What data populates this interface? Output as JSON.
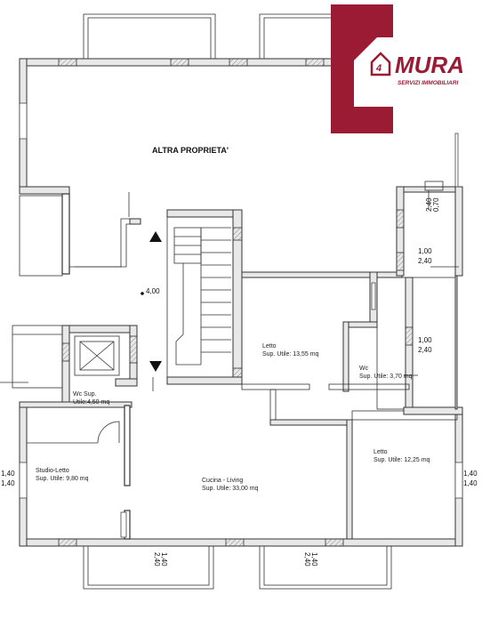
{
  "brand": {
    "logo_number": "4",
    "name": "MURA",
    "tagline": "SERVIZI IMMOBILIARI",
    "color": "#9b1b35"
  },
  "labels": {
    "altra_proprieta": "ALTRA PROPRIETA'",
    "level": "4,00",
    "letto1_name": "Letto",
    "letto1_area": "Sup. Utile: 13,55 mq",
    "wc1_name": "Wc",
    "wc1_area": "Sup. Utile: 3,70 mq",
    "wc2_name": "Wc  Sup.",
    "wc2_area": "Utile:4,50 mq",
    "studio_name": "Studio-Letto",
    "studio_area": "Sup. Utile: 9,80 mq",
    "cucina_name": "Cucina - Living",
    "cucina_area": "Sup. Utile: 33,00 mq",
    "letto2_name": "Letto",
    "letto2_area": "Sup. Utile: 12,25 mq"
  },
  "dimensions": {
    "d070": "0,70",
    "d240a": "2,40",
    "d100a": "1,00",
    "d240b": "2,40",
    "d100b": "1,00",
    "d240c": "2,40",
    "d140l1": "1,40",
    "d140l2": "1,40",
    "d140r1": "1,40",
    "d140r2": "1,40",
    "b140a": "1,40",
    "b240a": "2,40",
    "b140b": "1,40",
    "b240b": "2,40"
  }
}
